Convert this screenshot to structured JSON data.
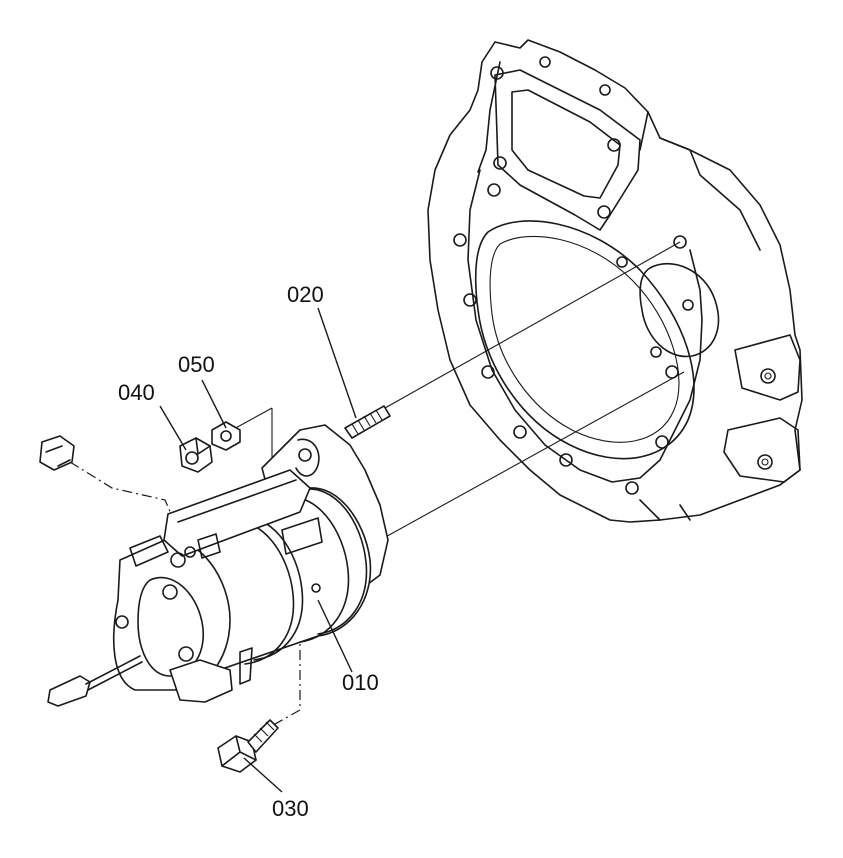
{
  "parts": {
    "starter": {
      "label": "010"
    },
    "stud": {
      "label": "020"
    },
    "bolt": {
      "label": "030"
    },
    "nut": {
      "label": "040"
    },
    "washer": {
      "label": "050"
    }
  },
  "colors": {
    "line": "#1a1a1a",
    "background": "#ffffff"
  }
}
